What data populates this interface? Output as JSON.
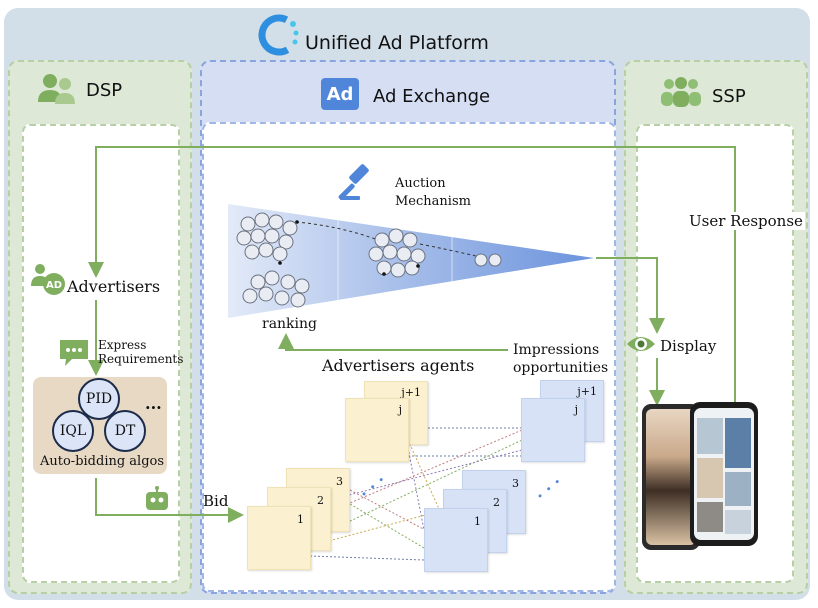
{
  "title": "Unified Ad Platform",
  "dsp": {
    "label": "DSP",
    "advertisers": "Advertisers",
    "express_line1": "Express",
    "express_line2": "Requirements",
    "algos": [
      "PID",
      "IQL",
      "DT"
    ],
    "algos_more": "...",
    "algos_label": "Auto-bidding algos",
    "bid": "Bid"
  },
  "exchange": {
    "logo": "Ad",
    "label": "Ad Exchange",
    "auction_line1": "Auction",
    "auction_line2": "Mechanism",
    "ranking": "ranking",
    "agents": "Advertisers agents",
    "impressions_line1": "Impressions",
    "impressions_line2": "opportunities",
    "agent_cards": [
      "1",
      "2",
      "3",
      "j",
      "j+1"
    ],
    "impression_cards": [
      "1",
      "2",
      "3",
      "j",
      "j+1"
    ],
    "ellipsis": ". . ."
  },
  "ssp": {
    "label": "SSP",
    "user_response": "User Response",
    "display": "Display"
  },
  "colors": {
    "background": "#d3dfe8",
    "dsp_ssp_panel": "#dde8d6",
    "exchange_panel": "#d6def4",
    "flow_arrow": "#7fae5f",
    "agent_card": "#fbf0cf",
    "impression_card": "#d7e2f6",
    "algos_box": "#e8d9c4",
    "logo_accent": "#3cb4e6"
  }
}
